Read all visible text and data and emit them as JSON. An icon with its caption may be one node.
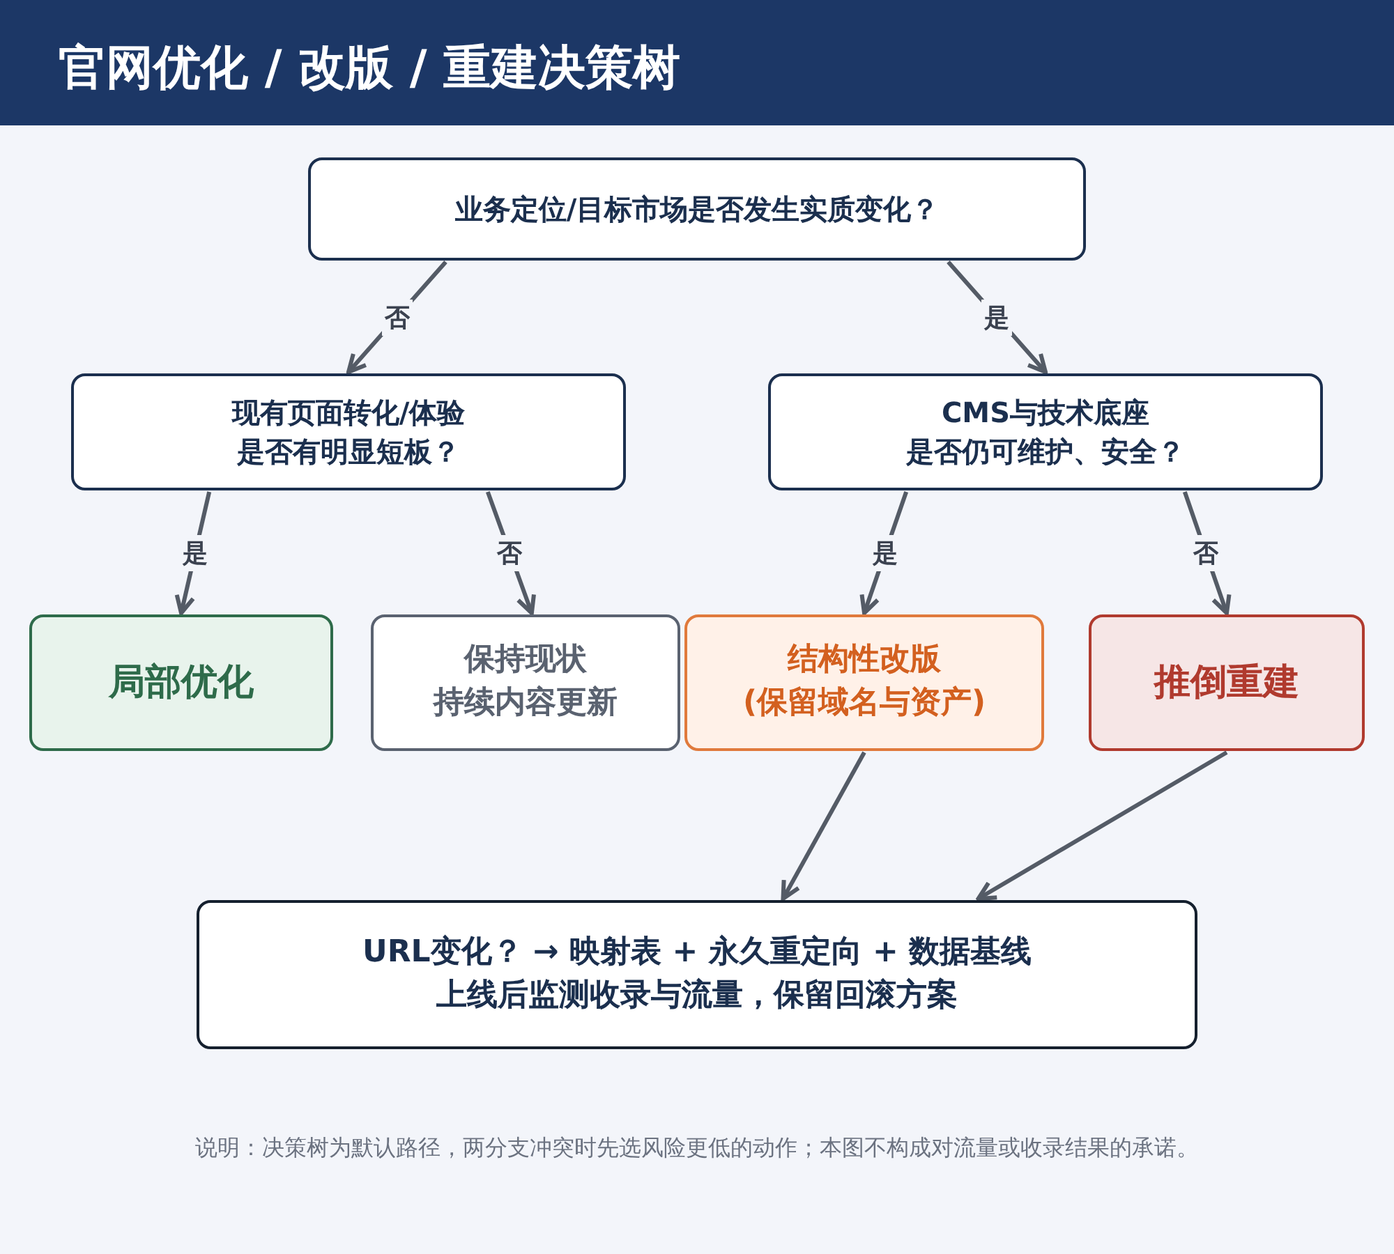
{
  "diagram": {
    "title": "官网优化 / 改版 / 重建决策树",
    "caption": "说明：决策树为默认路径，两分支冲突时先选风险更低的动作；本图不构成对流量或收录结果的承诺。",
    "nodes": [
      {
        "text": [
          "业务定位/目标市场是否发生实质变化？"
        ]
      },
      {
        "text": [
          "现有页面转化/体验",
          "是否有明显短板？"
        ]
      },
      {
        "text": [
          "CMS与技术底座",
          "是否仍可维护、安全？"
        ]
      },
      {
        "text": [
          "局部优化"
        ]
      },
      {
        "text": [
          "保持现状",
          "持续内容更新"
        ]
      },
      {
        "text": [
          "结构性改版",
          "(保留域名与资产)"
        ]
      },
      {
        "text": [
          "推倒重建"
        ]
      },
      {
        "text": [
          "URL变化？ → 映射表 + 永久重定向 + 数据基线",
          "上线后监测收录与流量，保留回滚方案"
        ]
      }
    ],
    "edges": [
      {
        "from": 0,
        "to": 1,
        "arrow": "to",
        "label": "否"
      },
      {
        "from": 0,
        "to": 2,
        "arrow": "to",
        "label": "是"
      },
      {
        "from": 1,
        "to": 3,
        "arrow": "to",
        "label": "是"
      },
      {
        "from": 1,
        "to": 4,
        "arrow": "to",
        "label": "否"
      },
      {
        "from": 2,
        "to": 5,
        "arrow": "to",
        "label": "是"
      },
      {
        "from": 2,
        "to": 6,
        "arrow": "to",
        "label": "否"
      },
      {
        "from": 5,
        "to": 7,
        "arrow": "to"
      },
      {
        "from": 6,
        "to": 7,
        "arrow": "to"
      }
    ]
  }
}
